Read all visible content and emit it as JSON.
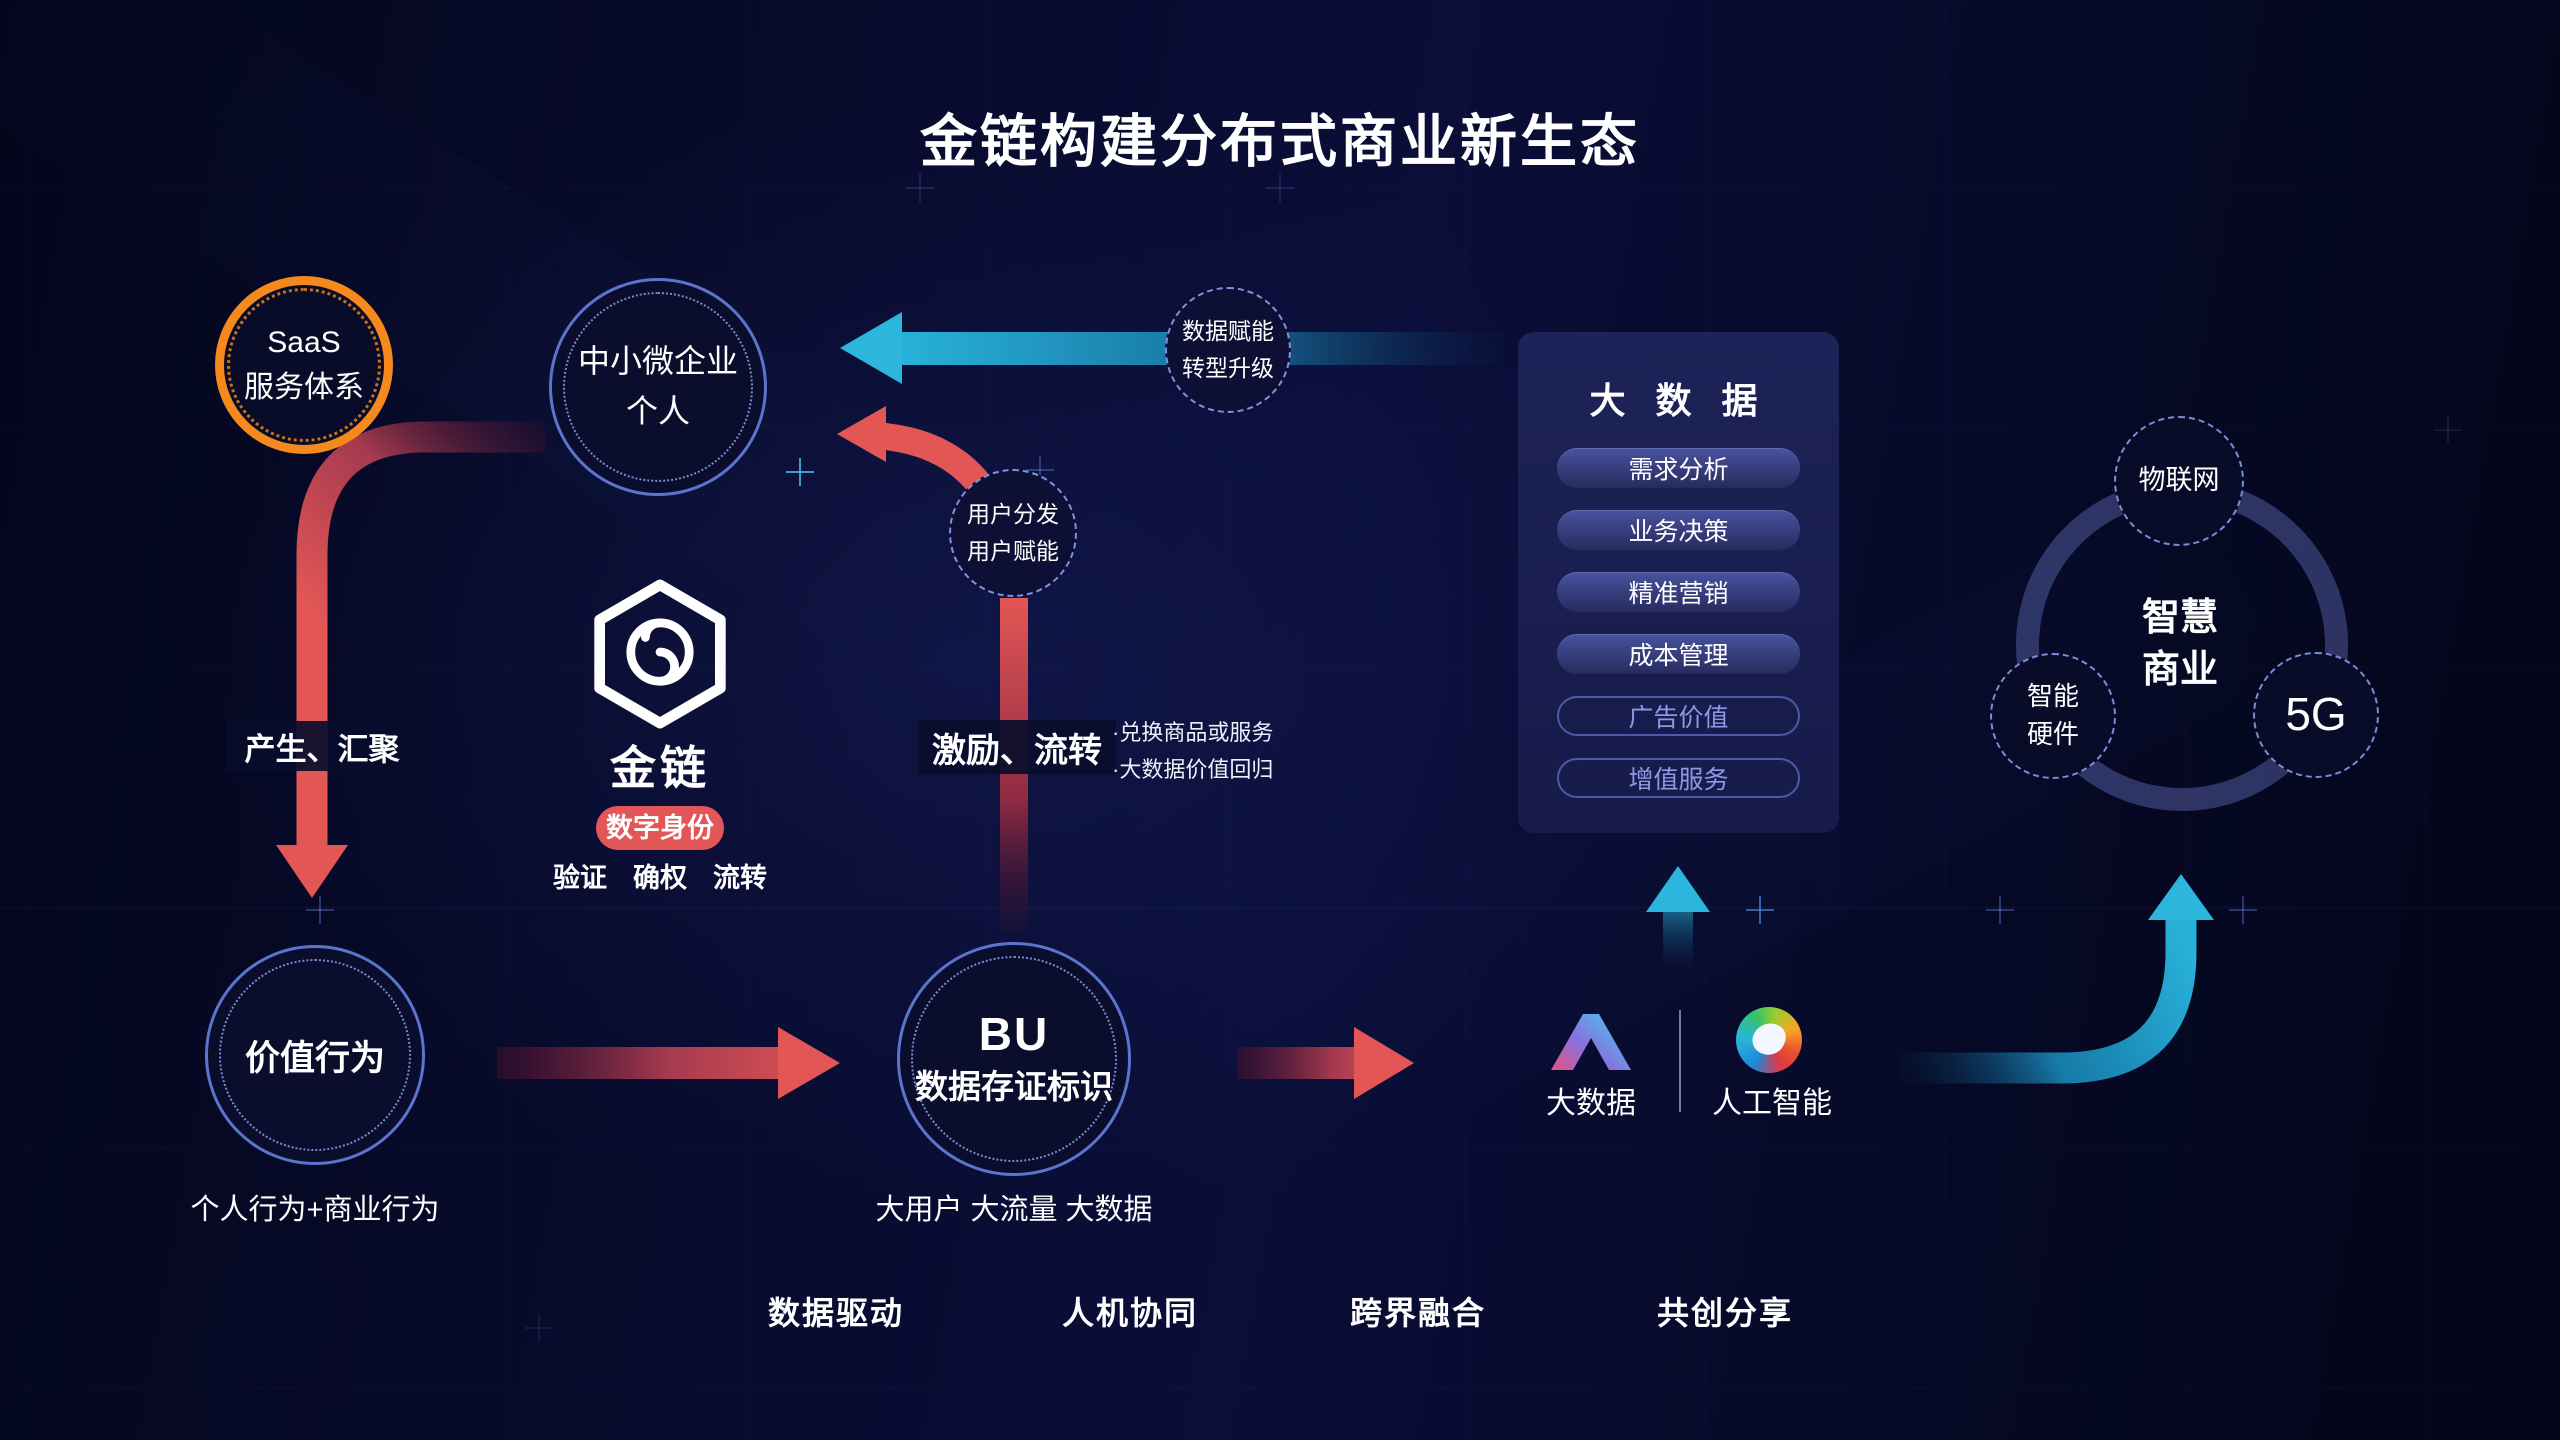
{
  "title": "金链构建分布式商业新生态",
  "nodes": {
    "saas": {
      "line1": "SaaS",
      "line2": "服务体系"
    },
    "sme": {
      "line1": "中小微企业",
      "line2": "个人"
    },
    "value": {
      "label": "价值行为",
      "caption": "个人行为+商业行为"
    },
    "bu": {
      "line1": "BU",
      "line2": "数据存证标识",
      "caption": "大用户 大流量 大数据"
    }
  },
  "badges": {
    "data_empower": {
      "line1": "数据赋能",
      "line2": "转型升级"
    },
    "user_dispatch": {
      "line1": "用户分发",
      "line2": "用户赋能"
    }
  },
  "brand": {
    "name": "金链",
    "tag": "数字身份",
    "features": [
      "验证",
      "确权",
      "流转"
    ]
  },
  "flows": {
    "produce": "产生、汇聚",
    "incentive": "激励、流转",
    "notes": [
      "·兑换商品或服务",
      "·大数据价值回归"
    ]
  },
  "bigdata_panel": {
    "title": "大 数 据",
    "filled": [
      "需求分析",
      "业务决策",
      "精准营销",
      "成本管理"
    ],
    "outlined": [
      "广告价值",
      "增值服务"
    ]
  },
  "tech": {
    "bigdata": "大数据",
    "ai": "人工智能"
  },
  "smart": {
    "center_line1": "智慧",
    "center_line2": "商业",
    "iot": "物联网",
    "hardware_line1": "智能",
    "hardware_line2": "硬件",
    "five_g": "5G"
  },
  "footer": [
    "数据驱动",
    "人机协同",
    "跨界融合",
    "共创分享"
  ],
  "colors": {
    "background": "#070a28",
    "accent_red": "#e25655",
    "accent_orange": "#f5891d",
    "accent_teal": "#28b2da",
    "node_border": "#5d74cf",
    "dashed_border": "#8090dd",
    "panel_bg": "#1a1f50",
    "pill_fill": "#3f4a95",
    "pill_outline": "#4d59ad",
    "ring": "#555f9e"
  }
}
